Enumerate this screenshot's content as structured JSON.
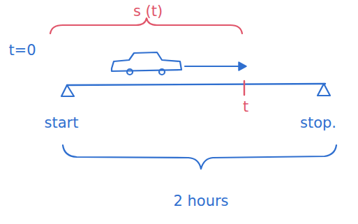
{
  "diagram": {
    "labels": [
      "s (t)",
      "t=0",
      "t",
      "start",
      "stop.",
      "2 hours"
    ]
  }
}
